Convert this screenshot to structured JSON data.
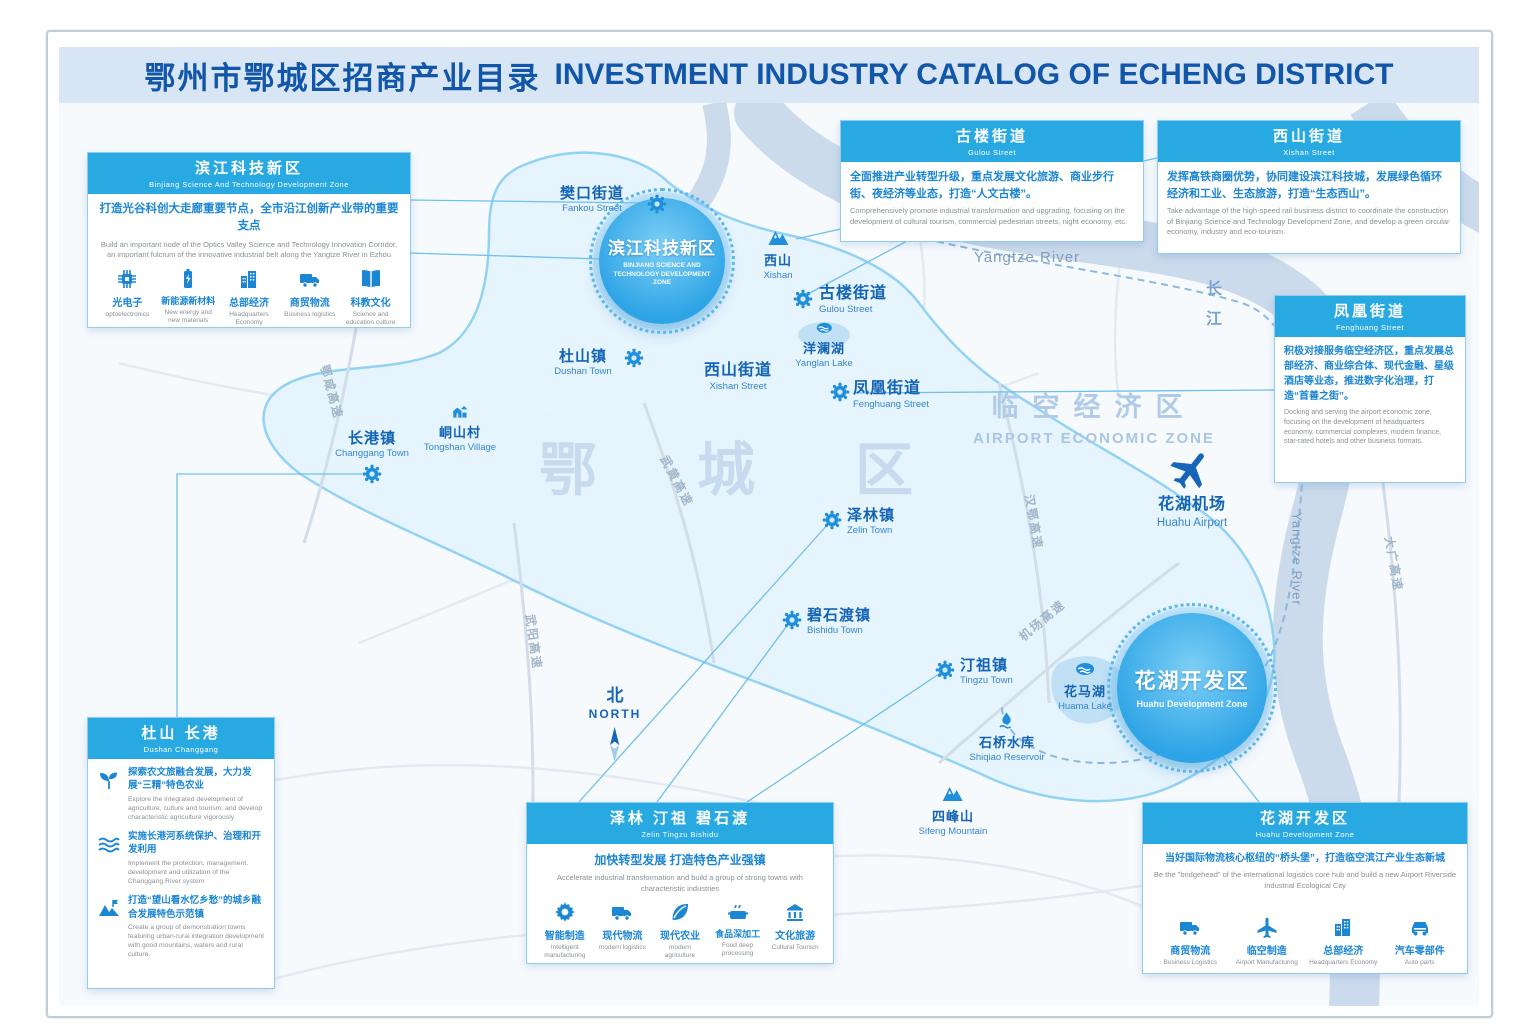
{
  "title": {
    "zh": "鄂州市鄂城区招商产业目录",
    "en": "INVESTMENT INDUSTRY CATALOG OF ECHENG DISTRICT"
  },
  "panels": {
    "binjiang": {
      "title_zh": "滨江科技新区",
      "title_en": "Binjiang Science And Technology Development Zone",
      "desc_zh": "打造光谷科创大走廊重要节点，全市沿江创新产业带的重要支点",
      "desc_en": "Build an important node of the Optics Valley Science and Technology Innovation Corridor, an important fulcrum of the innovative industrial belt along the Yangtze River in Ezhou",
      "industries": [
        {
          "zh": "光电子",
          "en": "optoelectronics",
          "icon": "chip"
        },
        {
          "zh": "新能源新材料",
          "en": "New energy and new materials",
          "icon": "energy"
        },
        {
          "zh": "总部经济",
          "en": "Headquarters Economy",
          "icon": "buildings"
        },
        {
          "zh": "商贸物流",
          "en": "Business logistics",
          "icon": "truck"
        },
        {
          "zh": "科教文化",
          "en": "Science and education culture",
          "icon": "book"
        }
      ]
    },
    "gulou": {
      "title_zh": "古楼街道",
      "title_en": "Gulou Street",
      "desc_zh": "全面推进产业转型升级，重点发展文化旅游、商业步行街、夜经济等业态，打造“人文古楼”。",
      "desc_en": "Comprehensively promote industrial transformation and upgrading, focusing on the development of cultural tourism, commercial pedestrian streets, night economy, etc."
    },
    "xishan": {
      "title_zh": "西山街道",
      "title_en": "Xishan Street",
      "desc_zh": "发挥高铁商圈优势，协同建设滨江科技城，发展绿色循环经济和工业、生态旅游，打造“生态西山”。",
      "desc_en": "Take advantage of the high-speed rail business district to coordinate the construction of Binjiang Science and Technology Development Zone, and develop a green circular economy, industry and eco-tourism."
    },
    "fenghuang": {
      "title_zh": "凤凰街道",
      "title_en": "Fenghuang Street",
      "desc_zh": "积极对接服务临空经济区，重点发展总部经济、商业综合体、现代金融、星级酒店等业态，推进数字化治理，打造“首善之街”。",
      "desc_en": "Docking and serving the airport economic zone, focusing on the development of headquarters economy, commercial complexes, modern finance, star-rated hotels and other business formats."
    },
    "dushan_changgang": {
      "title_zh": "杜山 长港",
      "title_en": "Dushan Changgang",
      "items": [
        {
          "zh": "探索农文旅融合发展，大力发展“三精”特色农业",
          "en": "Explore the integrated development of agriculture, culture and tourism, and develop characteristic agriculture vigorously",
          "icon": "sprout"
        },
        {
          "zh": "实施长港河系统保护、治理和开发利用",
          "en": "Implement the protection, management, development and utilization of the Changgang River system",
          "icon": "waves"
        },
        {
          "zh": "打造“望山看水忆乡愁”的城乡融合发展特色示范镇",
          "en": "Create a group of demonstration towns featuring urban-rural integration development with good mountains, waters and rural culture.",
          "icon": "mountain-town"
        }
      ]
    },
    "zelin_group": {
      "title_zh": "泽林 汀祖 碧石渡",
      "title_en": "Zelin Tingzu Bishidu",
      "desc_zh": "加快转型发展 打造特色产业强镇",
      "desc_en": "Accelerate industrial transformation and build a group of strong towns with characteristic industries",
      "industries": [
        {
          "zh": "智能制造",
          "en": "Intelligent manufacturing",
          "icon": "gear"
        },
        {
          "zh": "现代物流",
          "en": "modern logistics",
          "icon": "truck"
        },
        {
          "zh": "现代农业",
          "en": "modern agriculture",
          "icon": "leaf"
        },
        {
          "zh": "食品深加工",
          "en": "Food deep processing",
          "icon": "pot"
        },
        {
          "zh": "文化旅游",
          "en": "Cultural Tourism",
          "icon": "landmark"
        }
      ]
    },
    "huahu": {
      "title_zh": "花湖开发区",
      "title_en": "Huahu Development Zone",
      "desc_zh": "当好国际物流核心枢纽的“桥头堡”，打造临空滨江产业生态新城",
      "desc_en": "Be the \"bridgehead\" of the international logistics core hub and build a new Airport Riverside Industrial Ecological City",
      "industries": [
        {
          "zh": "商贸物流",
          "en": "Business Logistics",
          "icon": "truck"
        },
        {
          "zh": "临空制造",
          "en": "Airport Manufacturing",
          "icon": "plane-small"
        },
        {
          "zh": "总部经济",
          "en": "Headquarters Economy",
          "icon": "buildings"
        },
        {
          "zh": "汽车零部件",
          "en": "Auto parts",
          "icon": "car"
        }
      ]
    }
  },
  "map": {
    "zones": {
      "binjiang_circle": {
        "zh": "滨江科技新区",
        "en": "BINJIANG SCIENCE AND TECHNOLOGY DEVELOPMENT ZONE"
      },
      "huahu_circle": {
        "zh": "花湖开发区",
        "en": "Huahu Development Zone"
      }
    },
    "labels": {
      "fankou": {
        "zh": "樊口街道",
        "en": "Fankou Street"
      },
      "xishan_mountain": {
        "zh": "西山",
        "en": "Xishan"
      },
      "gulou": {
        "zh": "古楼街道",
        "en": "Gulou Street"
      },
      "yanglan_lake": {
        "zh": "洋澜湖",
        "en": "Yanglan Lake"
      },
      "xishan_street": {
        "zh": "西山街道",
        "en": "Xishan Street"
      },
      "fenghuang": {
        "zh": "凤凰街道",
        "en": "Fenghuang Street"
      },
      "dushan_town": {
        "zh": "杜山镇",
        "en": "Dushan Town"
      },
      "tongshan_village": {
        "zh": "峒山村",
        "en": "Tongshan Village"
      },
      "changgang_town": {
        "zh": "长港镇",
        "en": "Changgang Town"
      },
      "zelin_town": {
        "zh": "泽林镇",
        "en": "Zelin Town"
      },
      "bishidu_town": {
        "zh": "碧石渡镇",
        "en": "Bishidu Town"
      },
      "tingzu_town": {
        "zh": "汀祖镇",
        "en": "Tingzu Town"
      },
      "huama_lake": {
        "zh": "花马湖",
        "en": "Huama Lake"
      },
      "shiqiao_reservoir": {
        "zh": "石桥水库",
        "en": "Shiqiao Reservoir"
      },
      "sifeng_mountain": {
        "zh": "四峰山",
        "en": "Sifeng Mountain"
      },
      "huahu_airport": {
        "zh": "花湖机场",
        "en": "Huahu Airport"
      }
    },
    "watermarks": {
      "district": "鄂城区",
      "airport_zone_zh": "临空经济区",
      "airport_zone_en": "AIRPORT ECONOMIC ZONE"
    },
    "rivers": {
      "yangtze_top": "Yangtze River",
      "changjiang_zh": "长江",
      "yangtze_right": "Yangtze River"
    },
    "roads": {
      "exian": "鄂咸高速",
      "wuhuang": "武黄高速",
      "wuyang": "武阳高速",
      "hane": "汉鄂高速",
      "jichang": "机场高速",
      "daguang": "大广高速"
    },
    "compass": {
      "zh": "北",
      "en": "NORTH"
    }
  }
}
